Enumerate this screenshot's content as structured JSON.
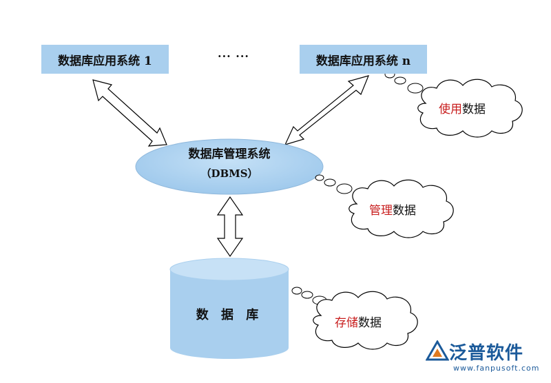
{
  "apps": {
    "first_label": "数据库应用系统 1",
    "ellipsis": "··· ···",
    "last_label": "数据库应用系统 n"
  },
  "dbms": {
    "line1": "数据库管理系统",
    "line2": "（DBMS）"
  },
  "database": {
    "label": "数 据 库"
  },
  "clouds": {
    "use": {
      "red": "使用",
      "rest": "数据"
    },
    "manage": {
      "red": "管理",
      "rest": "数据"
    },
    "store": {
      "red": "存储",
      "rest": "数据"
    }
  },
  "logo": {
    "name": "泛普软件",
    "url": "www.fanpusoft.com"
  },
  "colors": {
    "box_fill": "#a9cfee",
    "ellipse_fill": "#a9cfee",
    "cylinder_fill": "#a9cfee",
    "highlight_text": "#c81e1e",
    "logo": "#1b5a9a"
  }
}
